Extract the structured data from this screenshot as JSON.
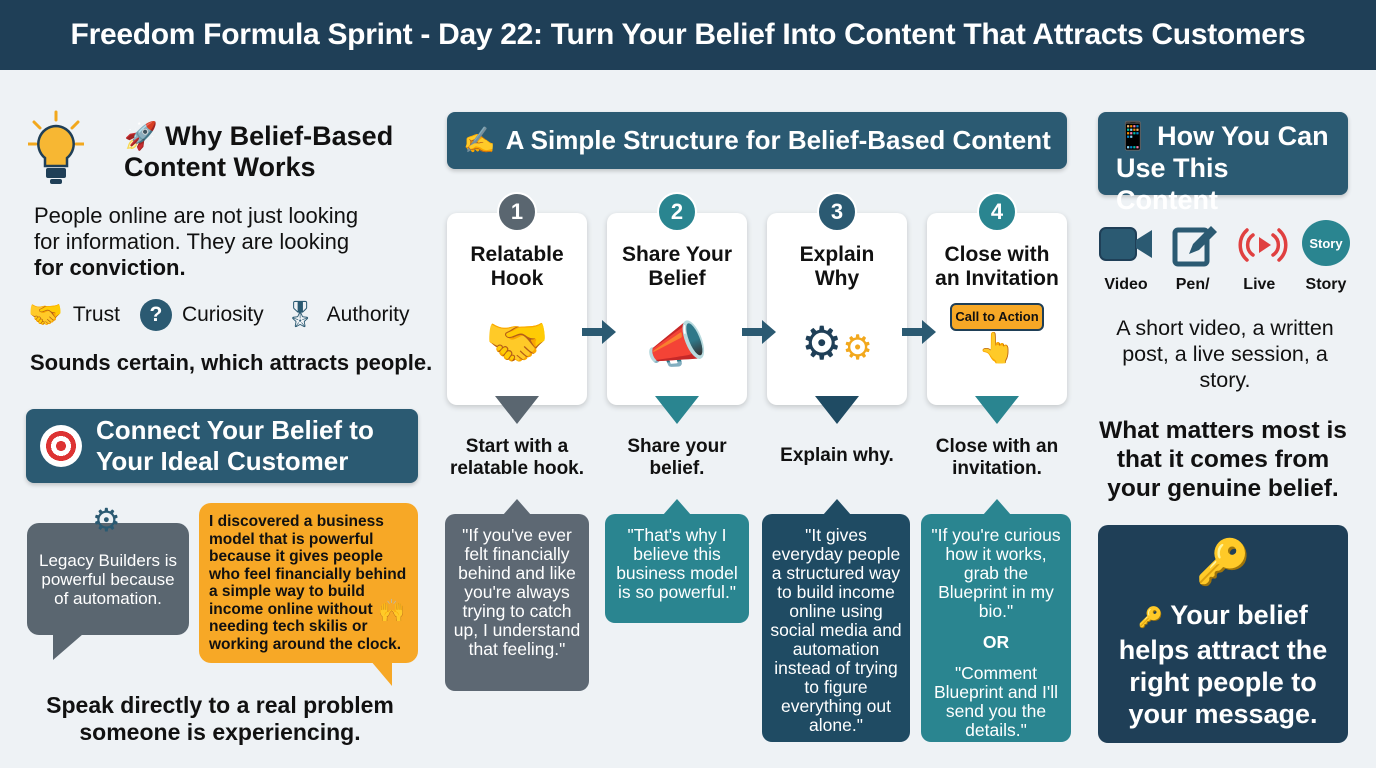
{
  "header": {
    "title": "Freedom Formula Sprint - Day 22: Turn Your Belief Into Content That Attracts Customers"
  },
  "why": {
    "title_emoji": "🚀",
    "title": "Why Belief-Based Content Works",
    "body": "People online are not just looking for information. They are looking",
    "body_bold": "for conviction.",
    "traits": [
      "Trust",
      "Curiosity",
      "Authority"
    ],
    "summary": "Sounds certain, which attracts people."
  },
  "connect": {
    "title": "Connect Your Belief to Your Ideal Customer",
    "weak_bubble": "Legacy Builders is powerful because of automation.",
    "strong_bubble": "I discovered a business model that is powerful because it gives people who feel financially behind a simple way to build income online without needing tech skilis or working around the clock.",
    "footer": "Speak directly to a real problem someone is experiencing."
  },
  "structure": {
    "title_emoji": "✍",
    "title": "A Simple Structure for Belief-Based Content",
    "steps": [
      {
        "num": "1",
        "title": "Relatable Hook",
        "caption": "Start with a relatable hook.",
        "quote": "\"If you've ever felt financially behind and like you're always trying to catch up, I understand that feeling.\"",
        "color": "#5d6873"
      },
      {
        "num": "2",
        "title": "Share Your Belief",
        "caption": "Share your belief.",
        "quote": "\"That's why I believe this business model is so powerful.\"",
        "color": "#2a8590"
      },
      {
        "num": "3",
        "title": "Explain Why",
        "caption": "Explain why.",
        "quote": "\"It gives everyday people a structured way to build income online using social media and automation instead of trying to figure everything out alone.\"",
        "color": "#1f4b63"
      },
      {
        "num": "4",
        "title": "Close with an Invitation",
        "caption": "Close with an invitation.",
        "quote": "\"If you're curious how it works, grab the Blueprint in my bio.\"",
        "or": "OR",
        "quote2": "\"Comment Blueprint and I'll send you the details.\"",
        "color": "#2a8590",
        "cta": "Call to Action"
      }
    ]
  },
  "use": {
    "title_emoji": "📱",
    "title": "How You Can Use This Content",
    "formats": [
      "Video",
      "Pen/",
      "Live",
      "Story"
    ],
    "story_icon_text": "Story",
    "body": "A short video, a written post, a live session, a story.",
    "bold": "What matters most is that it comes from your genuine belief.",
    "box_emoji": "🔑",
    "box": "Your belief helps attract the right people to your message."
  }
}
